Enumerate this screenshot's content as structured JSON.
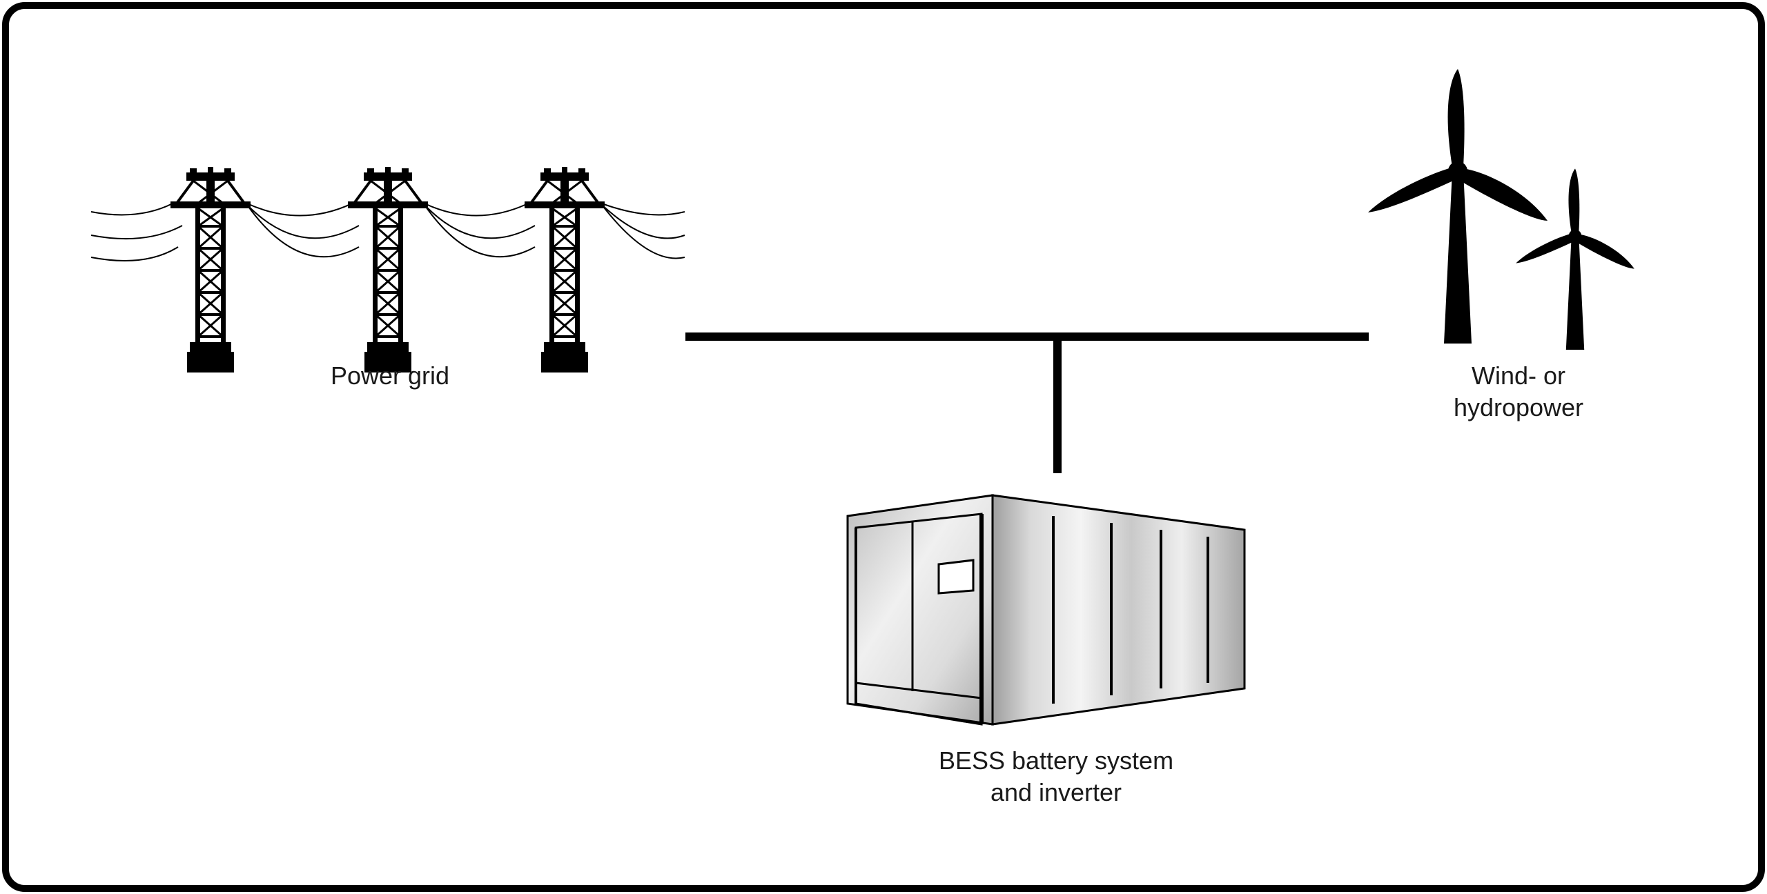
{
  "labels": {
    "power_grid": "Power grid",
    "wind_line1": "Wind- or",
    "wind_line2": "hydropower",
    "bess_line1": "BESS battery system",
    "bess_line2": "and inverter"
  },
  "colors": {
    "ink": "#000000",
    "background": "#ffffff",
    "container_light": "#f2f2f2",
    "container_dark": "#9a9a9a"
  },
  "icons": [
    "transmission-tower-icon",
    "wind-turbine-icon",
    "battery-container-icon"
  ]
}
